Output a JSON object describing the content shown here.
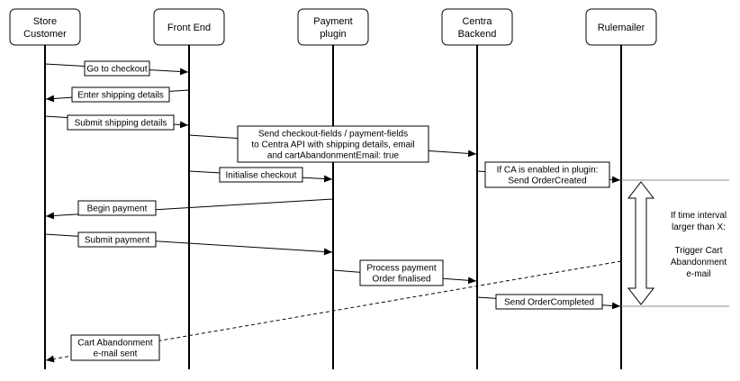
{
  "actors": [
    {
      "id": "store",
      "lines": [
        "Store",
        "Customer"
      ]
    },
    {
      "id": "frontend",
      "lines": [
        "Front End"
      ]
    },
    {
      "id": "payment",
      "lines": [
        "Payment",
        "plugin"
      ]
    },
    {
      "id": "centra",
      "lines": [
        "Centra",
        "Backend"
      ]
    },
    {
      "id": "rulemailer",
      "lines": [
        "Rulemailer"
      ]
    }
  ],
  "messages": [
    {
      "id": "go-to-checkout",
      "from": "store",
      "to": "frontend",
      "lines": [
        "Go to checkout"
      ],
      "style": "solid"
    },
    {
      "id": "enter-shipping",
      "from": "frontend",
      "to": "store",
      "lines": [
        "Enter shipping details"
      ],
      "style": "solid"
    },
    {
      "id": "submit-shipping",
      "from": "store",
      "to": "frontend",
      "lines": [
        "Submit shipping details"
      ],
      "style": "solid"
    },
    {
      "id": "send-checkout-fields",
      "from": "frontend",
      "to": "centra",
      "lines": [
        "Send checkout-fields / payment-fields",
        "to Centra API with shipping details, email",
        "and cartAbandonmentEmail: true"
      ],
      "style": "solid"
    },
    {
      "id": "initialise-checkout",
      "from": "frontend",
      "to": "payment",
      "lines": [
        "Initialise checkout"
      ],
      "style": "solid"
    },
    {
      "id": "send-order-created",
      "from": "centra",
      "to": "rulemailer",
      "lines": [
        "If CA is enabled in plugin:",
        "Send OrderCreated"
      ],
      "style": "solid"
    },
    {
      "id": "begin-payment",
      "from": "payment",
      "to": "store",
      "lines": [
        "Begin payment"
      ],
      "style": "solid"
    },
    {
      "id": "submit-payment",
      "from": "store",
      "to": "payment",
      "lines": [
        "Submit payment"
      ],
      "style": "solid"
    },
    {
      "id": "process-payment",
      "from": "payment",
      "to": "centra",
      "lines": [
        "Process payment",
        "Order finalised"
      ],
      "style": "solid"
    },
    {
      "id": "send-order-completed",
      "from": "centra",
      "to": "rulemailer",
      "lines": [
        "Send OrderCompleted"
      ],
      "style": "solid"
    },
    {
      "id": "cart-abandonment",
      "from": "rulemailer",
      "to": "store",
      "lines": [
        "Cart Abandonment",
        "e-mail sent"
      ],
      "style": "dashed"
    }
  ],
  "note": {
    "lines": [
      "If time interval",
      "larger than X:",
      "",
      "Trigger Cart",
      "Abandonment",
      "e-mail"
    ]
  },
  "colors": {
    "line": "#000000",
    "background": "#ffffff",
    "separator": "#8c8c8c"
  }
}
